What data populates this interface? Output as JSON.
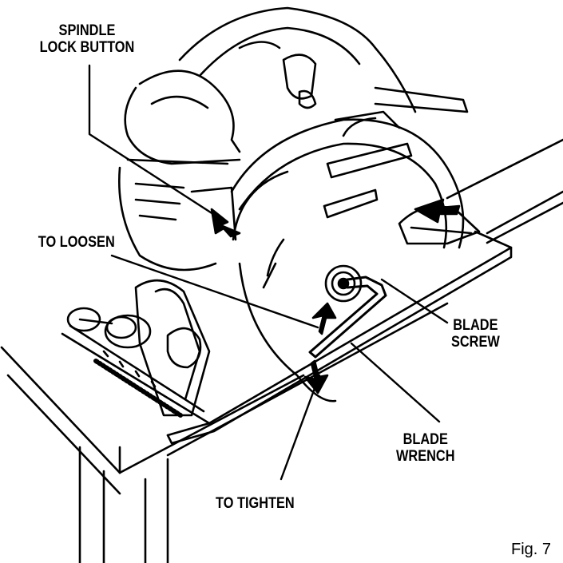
{
  "labels": {
    "spindle_lock_line1": "SPINDLE",
    "spindle_lock_line2": "LOCK BUTTON",
    "to_loosen": "TO LOOSEN",
    "blade_screw_line1": "BLADE",
    "blade_screw_line2": "SCREW",
    "blade_wrench_line1": "BLADE",
    "blade_wrench_line2": "WRENCH",
    "to_tighten": "TO TIGHTEN"
  },
  "figure_number": "Fig. 7"
}
